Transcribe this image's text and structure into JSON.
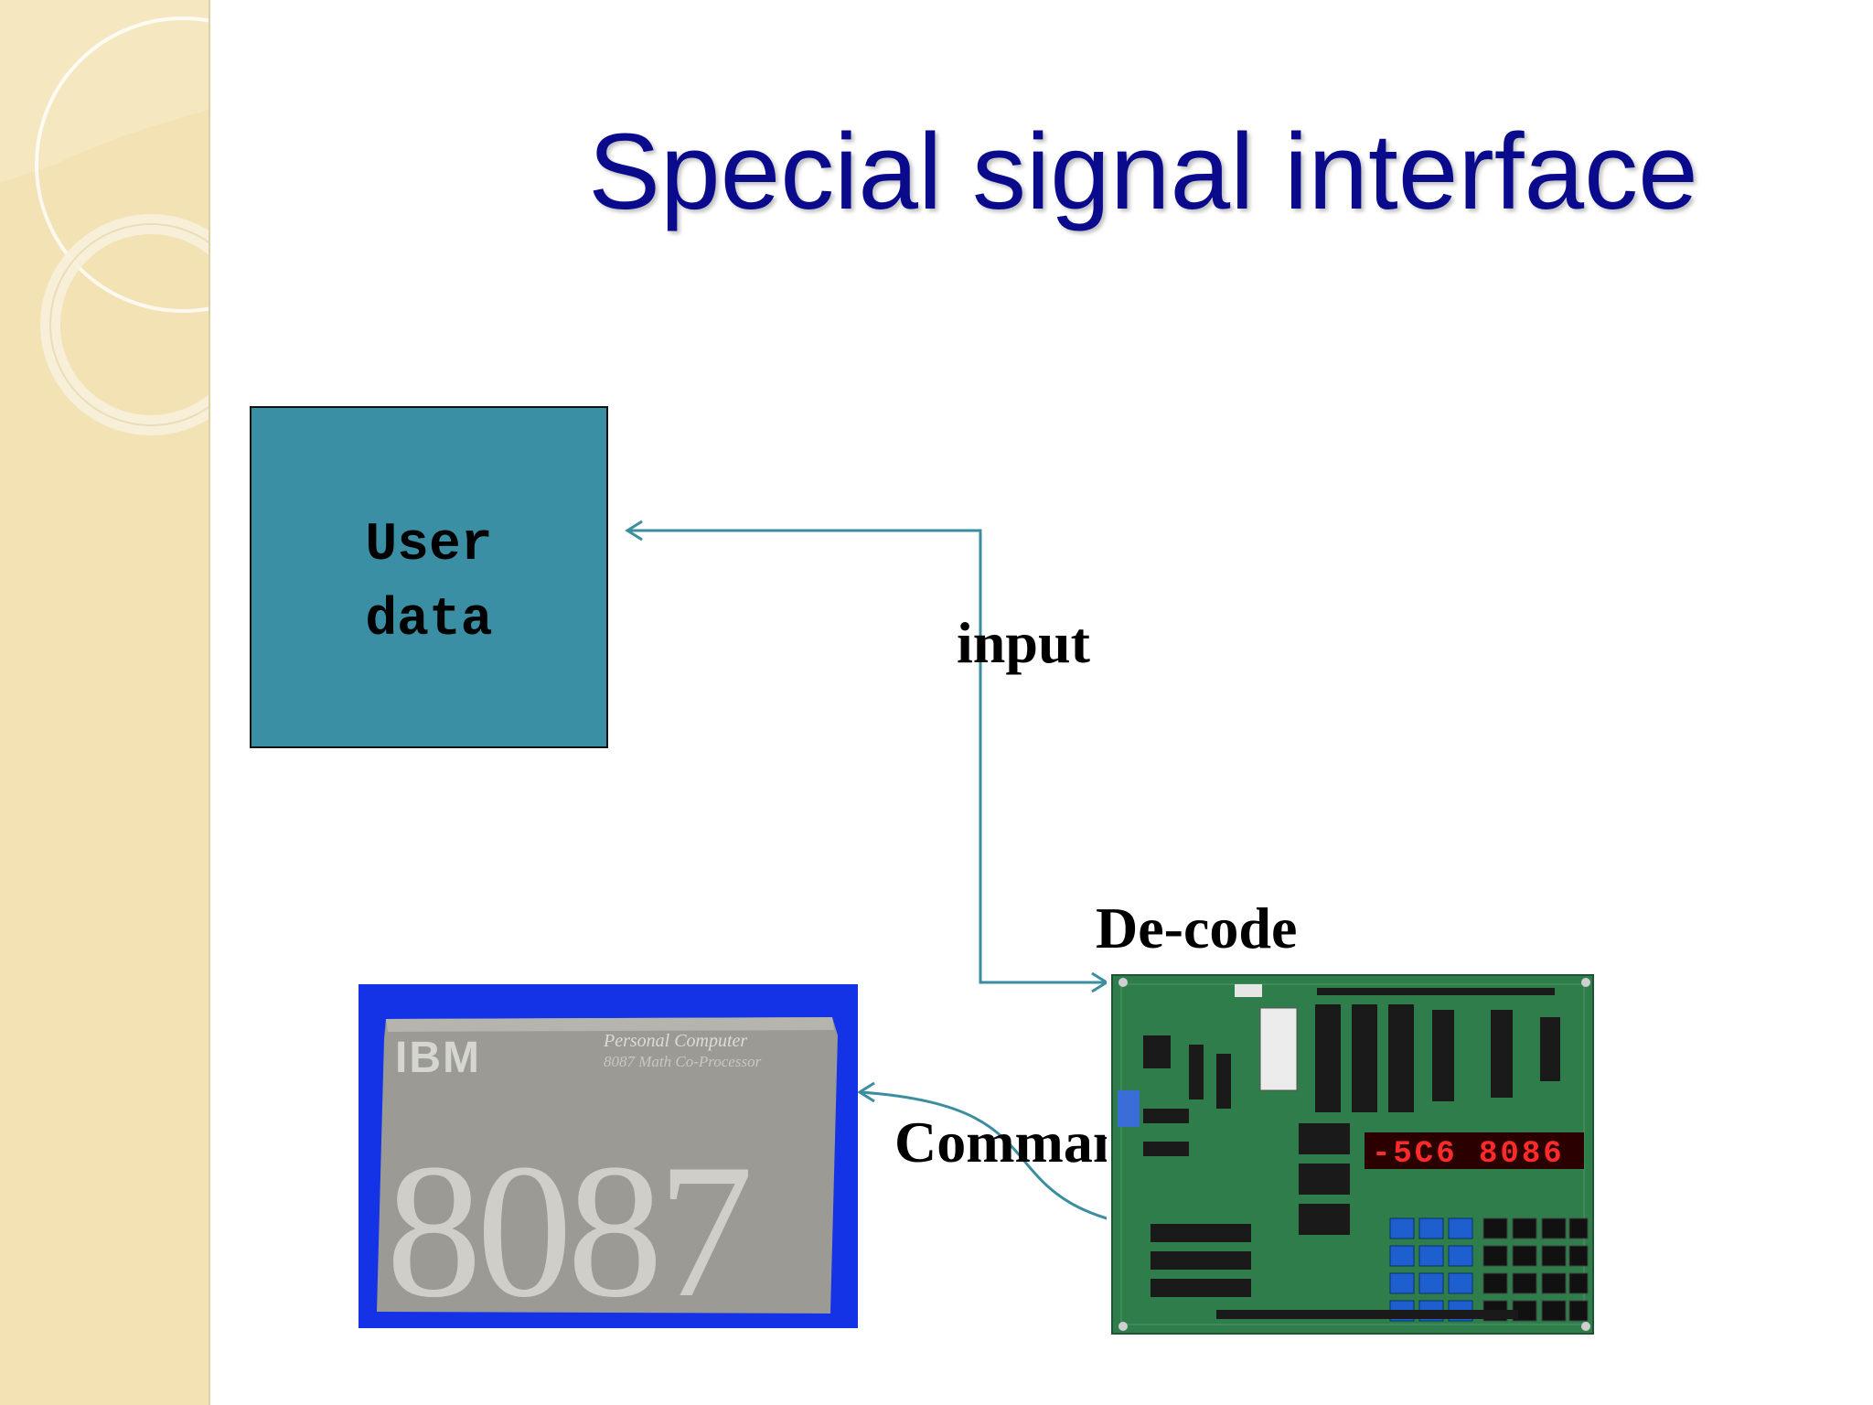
{
  "slide": {
    "title": "Special signal interface"
  },
  "user_box": {
    "line1": "User",
    "line2": "data"
  },
  "labels": {
    "input": "input",
    "decode": "De-code",
    "command": "Command"
  },
  "chip_box": {
    "brand": "IBM",
    "line1": "Personal Computer",
    "line2": "8087 Math Co-Processor",
    "number": "8087"
  },
  "board": {
    "display": "-5C6 8086"
  },
  "colors": {
    "title": "#0a0a8c",
    "user_box_fill": "#3b8fa5",
    "arrow": "#3a8ea0",
    "sidebar": "#f2e2b4",
    "chip_background": "#1432e6",
    "board_pcb": "#2e7d4a"
  }
}
